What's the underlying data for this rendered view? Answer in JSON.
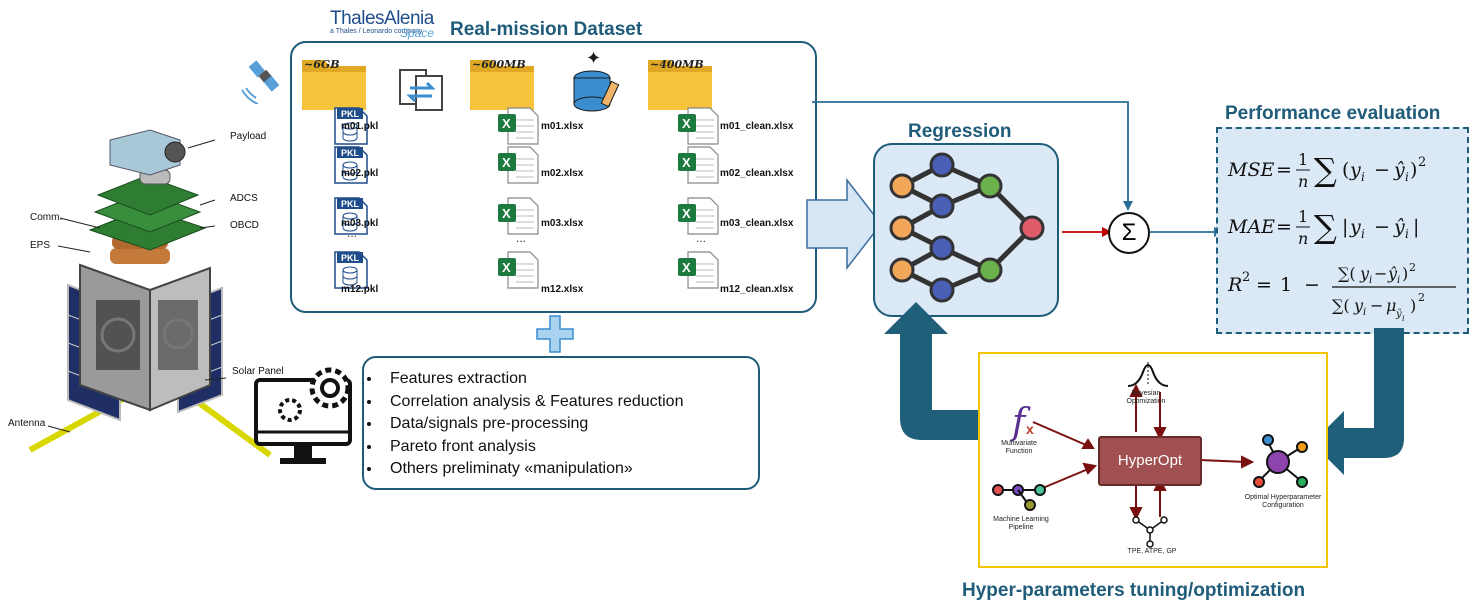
{
  "logo": {
    "text1": "ThalesAlenia",
    "text2": "Space",
    "tagline": "a Thales / Leonardo company"
  },
  "dataset": {
    "title": "Real-mission Dataset",
    "columns": [
      {
        "size": "~6GB",
        "badge": "PKL",
        "files": [
          "m01.pkl",
          "m02.pkl",
          "m03.pkl",
          "m12.pkl"
        ],
        "ellipsis": "..."
      },
      {
        "size": "~600MB",
        "badge": "X",
        "files": [
          "m01.xlsx",
          "m02.xlsx",
          "m03.xlsx",
          "m12.xlsx"
        ],
        "ellipsis": "..."
      },
      {
        "size": "~400MB",
        "badge": "X",
        "files": [
          "m01_clean.xlsx",
          "m02_clean.xlsx",
          "m03_clean.xlsx",
          "m12_clean.xlsx"
        ],
        "ellipsis": "..."
      }
    ]
  },
  "satellite_labels": {
    "payload": "Payload",
    "adcs": "ADCS",
    "comm": "Comm.",
    "obcd": "OBCD",
    "eps": "EPS",
    "solar": "Solar Panel",
    "antenna": "Antenna"
  },
  "preprocessing": {
    "items": [
      "Features extraction",
      "Correlation analysis & Features reduction",
      "Data/signals pre-processing",
      "Pareto front analysis",
      "Others preliminaty «manipulation»"
    ]
  },
  "regression": {
    "title": "Regression"
  },
  "sum_symbol": "Σ",
  "performance": {
    "title": "Performance evaluation"
  },
  "hyperopt": {
    "title": "Hyper-parameters tuning/optimization",
    "center": "HyperOpt",
    "bayes": "Bayesian\nOptimization",
    "multivariate": "Multivariate\nFunction",
    "pipeline": "Machine Learning\nPipeline",
    "tpe": "TPE, ATPE, GP",
    "optimal": "Optimal Hyperparameter\nConfiguration",
    "fx": "f",
    "fx_sub": "x"
  },
  "colors": {
    "accent": "#1f5c7a",
    "panel": "#dbe8f5",
    "hyper_border": "#f2c500",
    "hyper_box": "#a05050",
    "dark_arrow": "#1f5f7a"
  }
}
